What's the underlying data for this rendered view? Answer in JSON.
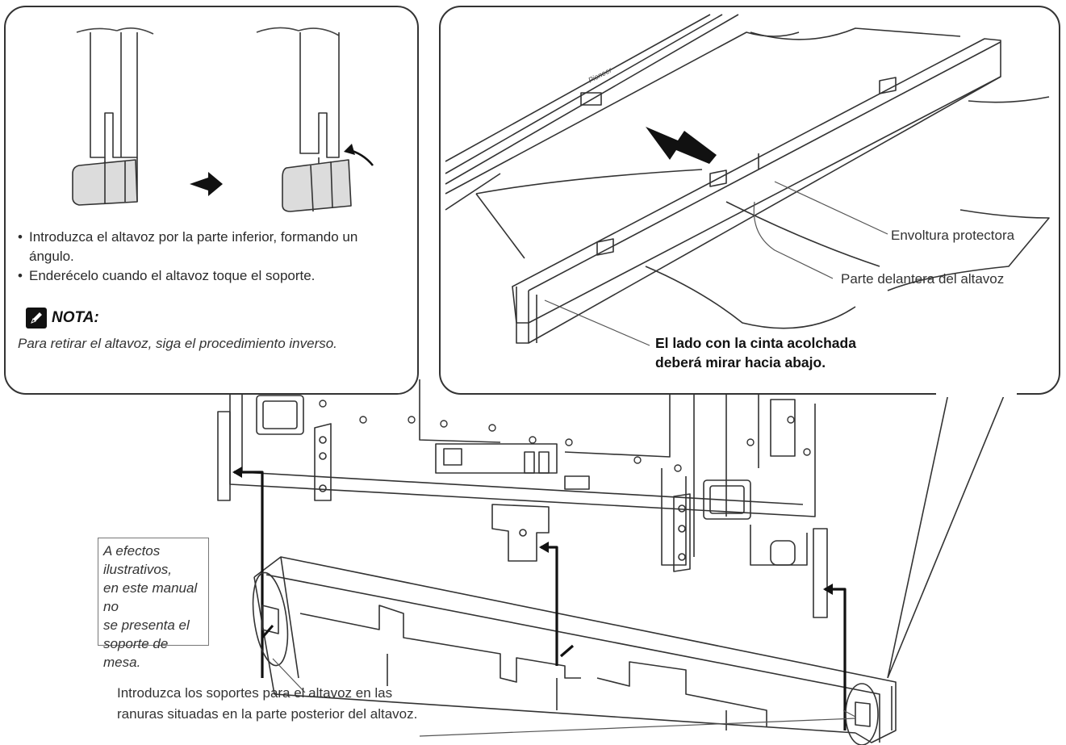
{
  "left_panel": {
    "bullets": [
      "Introduzca el altavoz por la parte inferior, formando un ángulo.",
      "Enderécelo cuando el altavoz toque el soporte."
    ],
    "note_title": "NOTA:",
    "note_text": "Para retirar el altavoz, siga el procedimiento inverso."
  },
  "right_panel": {
    "brand_mark": "Pioneer",
    "label_wrap": "Envoltura protectora",
    "label_front": "Parte delantera del altavoz",
    "label_tape_line1": "El lado con la cinta acolchada",
    "label_tape_line2": "deberá mirar hacia abajo."
  },
  "illustrative_note": {
    "lines": [
      "A efectos ilustrativos,",
      "en este manual no",
      "se presenta el",
      "soporte de mesa."
    ]
  },
  "bottom_caption": {
    "line1": "Introduzca los soportes para el altavoz en las",
    "line2": "ranuras situadas en la parte posterior del altavoz."
  }
}
